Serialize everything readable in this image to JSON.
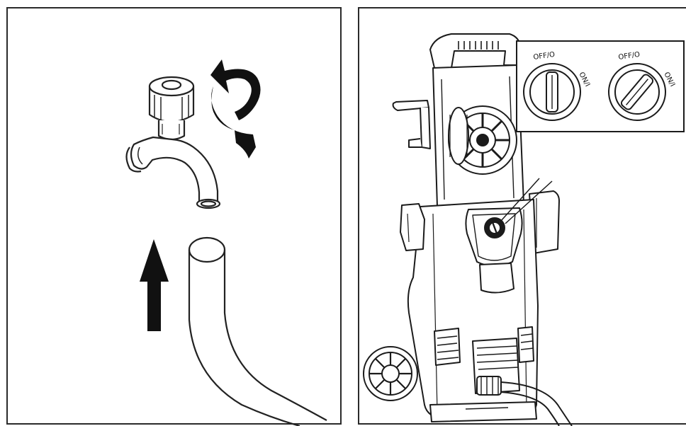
{
  "left_panel": {
    "step": "connect-hose-to-tap",
    "icons": [
      "tap-icon",
      "rotate-arrow-icon",
      "up-arrow-icon",
      "hose-icon"
    ]
  },
  "right_panel": {
    "step": "switch-position",
    "switch_labels": {
      "off": "OFF/O",
      "on": "ON/I"
    },
    "icons": [
      "pressure-washer-icon",
      "switch-off-icon",
      "switch-on-icon"
    ]
  }
}
